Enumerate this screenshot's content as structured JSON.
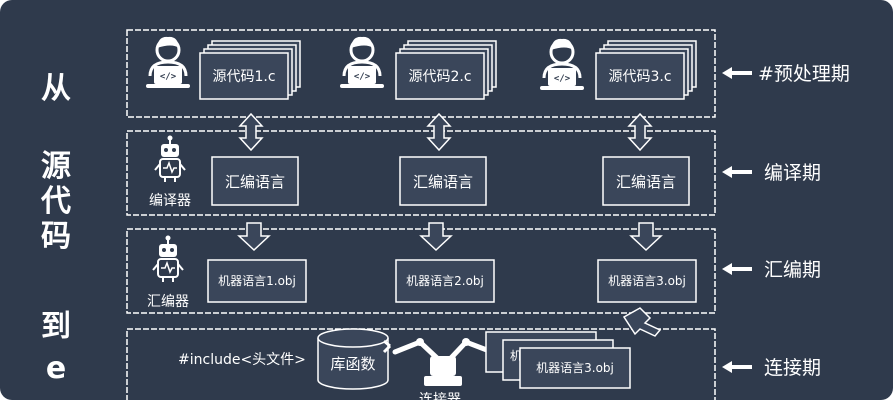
{
  "side_title": [
    "从",
    "源",
    "代",
    "码",
    "到",
    "e"
  ],
  "stages": [
    {
      "label": "#预处理期"
    },
    {
      "label": "编译期"
    },
    {
      "label": "汇编期"
    },
    {
      "label": "连接期"
    }
  ],
  "source_files": [
    "源代码1.c",
    "源代码2.c",
    "源代码3.c"
  ],
  "asm_boxes": [
    "汇编语言",
    "汇编语言",
    "汇编语言"
  ],
  "obj_boxes": [
    "机器语言1.obj",
    "机器语言2.obj",
    "机器语言3.obj"
  ],
  "compiler_label": "编译器",
  "assembler_label": "汇编器",
  "link": {
    "include_text": "#include<头文件>",
    "library_label": "库函数",
    "obj_stack_front": "机器语言3.obj",
    "obj_stack_back_glyph": "机",
    "linker_label": "连接器"
  },
  "colors": {
    "background": "#2f3a4c",
    "accent": "#ffffff",
    "box_fill": "#3a465a"
  }
}
